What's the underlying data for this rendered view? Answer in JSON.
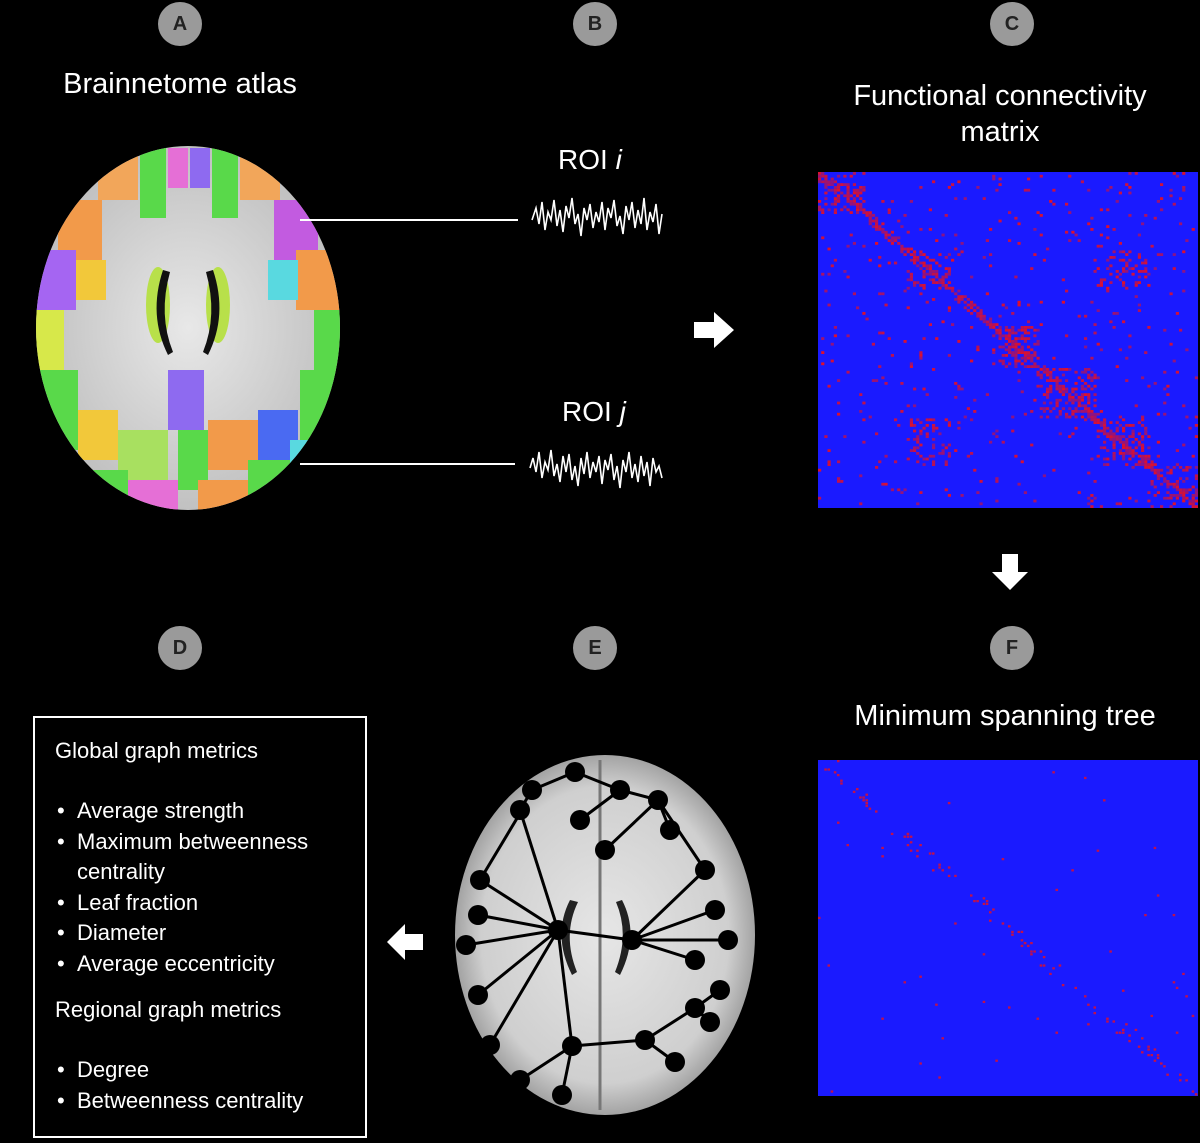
{
  "panels": {
    "a": {
      "badge": "A",
      "title": "Brainnetome atlas"
    },
    "b": {
      "badge": "B",
      "roi_i_prefix": "ROI",
      "roi_i_var": "i",
      "roi_j_prefix": "ROI",
      "roi_j_var": "j"
    },
    "c": {
      "badge": "C",
      "title_line1": "Functional connectivity",
      "title_line2": "matrix"
    },
    "d": {
      "badge": "D"
    },
    "e": {
      "badge": "E"
    },
    "f": {
      "badge": "F",
      "title": "Minimum spanning tree"
    }
  },
  "metrics": {
    "global_heading": "Global graph metrics",
    "global_items": [
      "Average strength",
      "Maximum betweenness centrality",
      "Leaf fraction",
      "Diameter",
      "Average eccentricity"
    ],
    "regional_heading": "Regional graph metrics",
    "regional_items": [
      "Degree",
      "Betweenness centrality"
    ]
  },
  "colors": {
    "background": "#000000",
    "badge": "#9a9a9a",
    "matrix_background": "#1a1aff",
    "matrix_high": "#e0102a",
    "arrow": "#ffffff"
  },
  "icons": {
    "arrow_ab_to_c": "arrow-right-icon",
    "arrow_c_to_f": "arrow-down-icon",
    "arrow_e_to_d": "arrow-left-icon"
  }
}
